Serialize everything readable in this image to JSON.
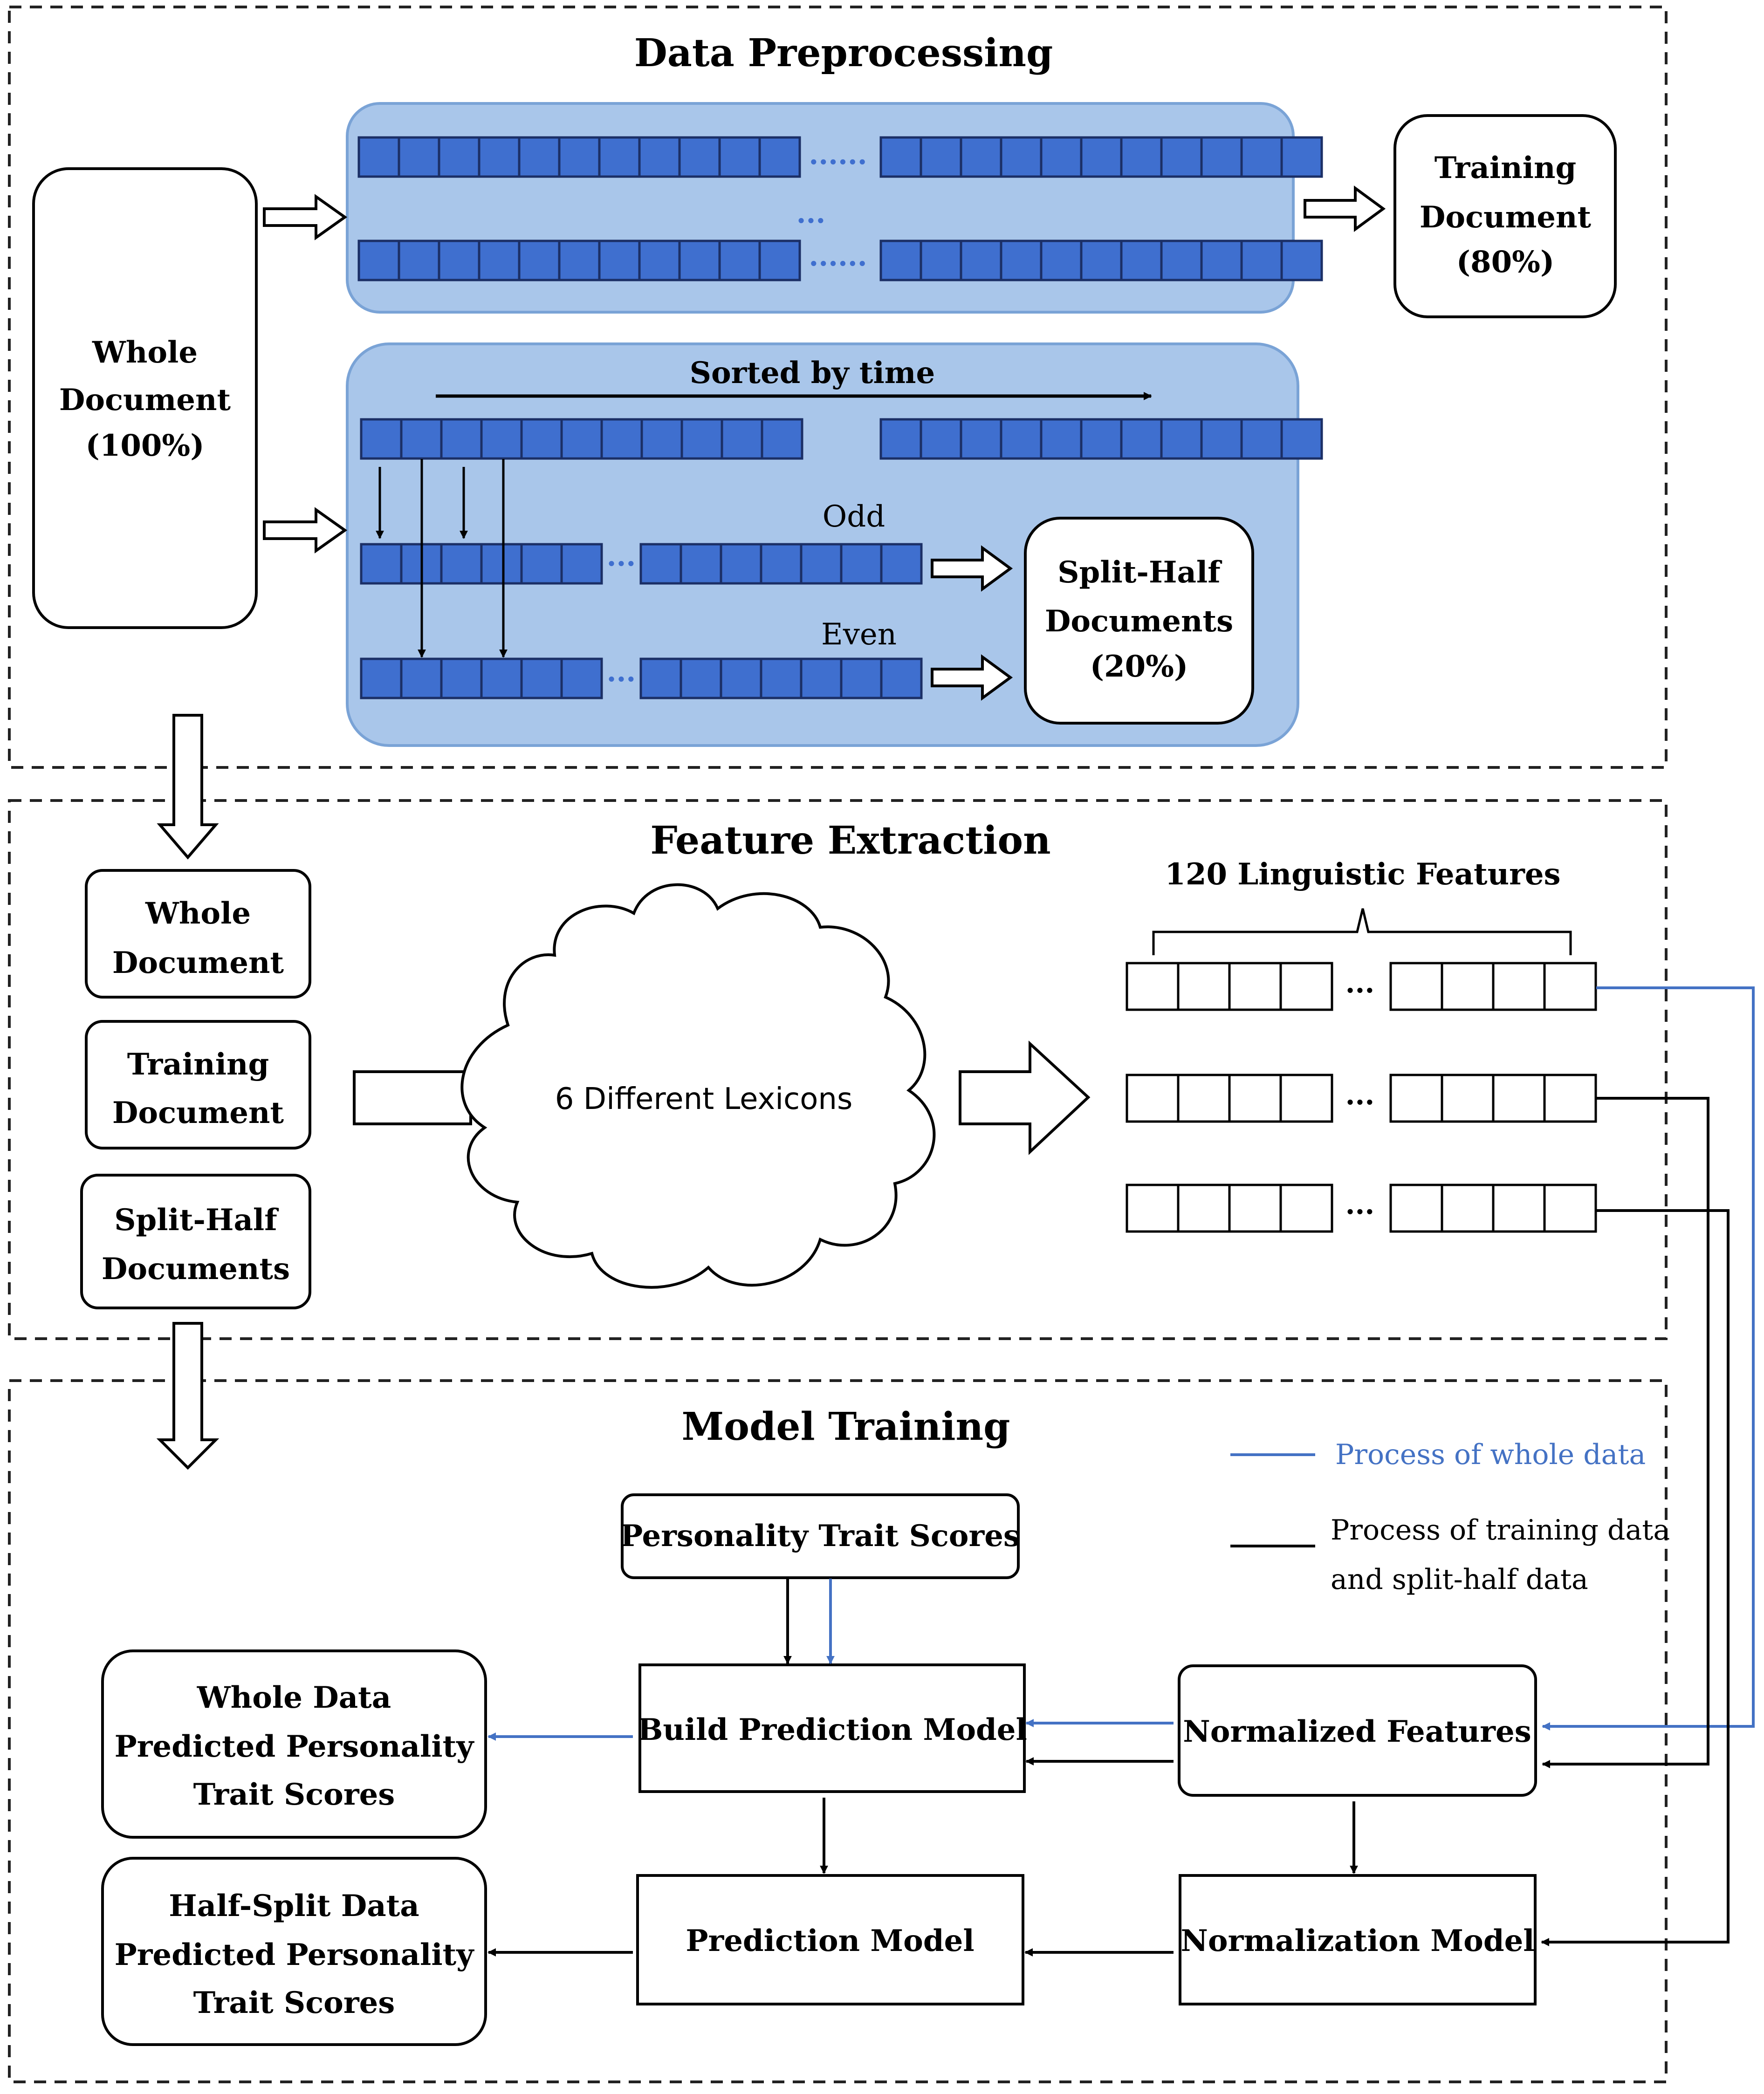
{
  "colors": {
    "panel_fill": "#a9c6ea",
    "panel_stroke": "#7aa3d6",
    "cell_fill": "#3f6fcf",
    "cell_stroke": "#1b2f66",
    "blue_line": "#4472c4",
    "black_line": "#000000"
  },
  "sections": {
    "preprocessing_title": "Data Preprocessing",
    "extraction_title": "Feature Extraction",
    "training_title": "Model Training"
  },
  "preprocessing": {
    "whole_document": [
      "Whole",
      "Document",
      "(100%)"
    ],
    "training_document": [
      "Training",
      "Document",
      "(80%)"
    ],
    "split_half_documents": [
      "Split-Half",
      "Documents",
      "(20%)"
    ],
    "sorted_by_time": "Sorted by time",
    "odd_label": "Odd",
    "even_label": "Even",
    "row_ellipsis": "......",
    "middle_ellipsis": "...",
    "short_ellipsis": "..."
  },
  "extraction": {
    "inputs": [
      [
        "Whole",
        "Document"
      ],
      [
        "Training",
        "Document"
      ],
      [
        "Split-Half",
        "Documents"
      ]
    ],
    "lexicons_label": "6 Different Lexicons",
    "features_label": "120 Linguistic Features",
    "vector_ellipsis": "..."
  },
  "training": {
    "personality_scores": "Personality Trait Scores",
    "build_model": "Build Prediction Model",
    "normalized_features": "Normalized Features",
    "prediction_model": "Prediction Model",
    "normalization_model": "Normalization Model",
    "whole_output": [
      "Whole Data",
      "Predicted Personality",
      "Trait Scores"
    ],
    "half_output": [
      "Half-Split Data",
      "Predicted Personality",
      "Trait Scores"
    ],
    "legend": {
      "blue": "Process of whole data",
      "black": [
        "Process of training data",
        "and split-half data"
      ]
    }
  }
}
